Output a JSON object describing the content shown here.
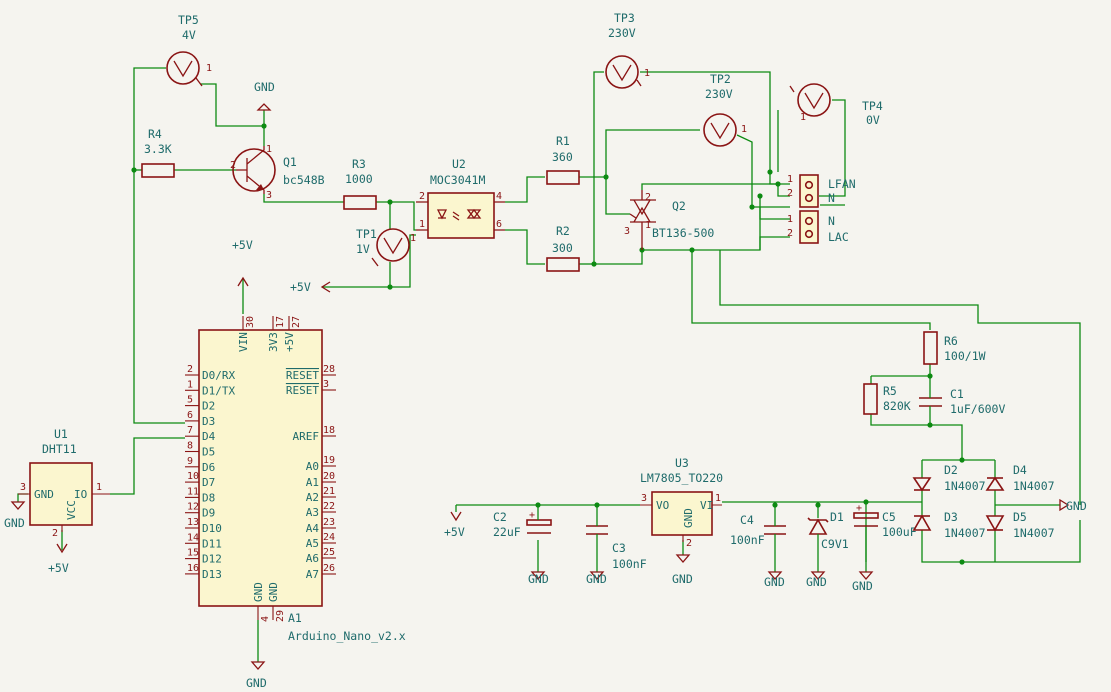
{
  "parts": {
    "tp5": {
      "ref": "TP5",
      "value": "4V"
    },
    "tp3": {
      "ref": "TP3",
      "value": "230V"
    },
    "tp2": {
      "ref": "TP2",
      "value": "230V"
    },
    "tp4": {
      "ref": "TP4",
      "value": "0V"
    },
    "tp1": {
      "ref": "TP1",
      "value": "1V"
    },
    "r4": {
      "ref": "R4",
      "value": "3.3K"
    },
    "q1": {
      "ref": "Q1",
      "value": "bc548B"
    },
    "r3": {
      "ref": "R3",
      "value": "1000"
    },
    "u2": {
      "ref": "U2",
      "value": "MOC3041M"
    },
    "r1": {
      "ref": "R1",
      "value": "360"
    },
    "r2": {
      "ref": "R2",
      "value": "300"
    },
    "q2": {
      "ref": "Q2",
      "value": "BT136-500"
    },
    "a1": {
      "ref": "A1",
      "value": "Arduino_Nano_v2.x"
    },
    "u1": {
      "ref": "U1",
      "value": "DHT11"
    },
    "r6": {
      "ref": "R6",
      "value": "100/1W"
    },
    "r5": {
      "ref": "R5",
      "value": "820K"
    },
    "c1": {
      "ref": "C1",
      "value": "1uF/600V"
    },
    "u3": {
      "ref": "U3",
      "value": "LM7805_TO220"
    },
    "c2": {
      "ref": "C2",
      "value": "22uF"
    },
    "c3": {
      "ref": "C3",
      "value": "100nF"
    },
    "c4": {
      "ref": "C4",
      "value": "100nF"
    },
    "d1": {
      "ref": "D1",
      "value": "C9V1"
    },
    "c5": {
      "ref": "C5",
      "value": "100uF"
    },
    "d2": {
      "ref": "D2",
      "value": "1N4007"
    },
    "d3": {
      "ref": "D3",
      "value": "1N4007"
    },
    "d4": {
      "ref": "D4",
      "value": "1N4007"
    },
    "d5": {
      "ref": "D5",
      "value": "1N4007"
    }
  },
  "connectors": {
    "fan": {
      "pins": [
        "1",
        "2"
      ],
      "labels": [
        "LFAN",
        "N"
      ]
    },
    "mains": {
      "pins": [
        "1",
        "2"
      ],
      "labels": [
        "N",
        "LAC"
      ]
    }
  },
  "power": {
    "gnd": "GND",
    "vcc": "+5V"
  },
  "arduino": {
    "left_pins": [
      {
        "num": "2",
        "name": "D0/RX"
      },
      {
        "num": "1",
        "name": "D1/TX"
      },
      {
        "num": "5",
        "name": "D2"
      },
      {
        "num": "6",
        "name": "D3"
      },
      {
        "num": "7",
        "name": "D4"
      },
      {
        "num": "8",
        "name": "D5"
      },
      {
        "num": "9",
        "name": "D6"
      },
      {
        "num": "10",
        "name": "D7"
      },
      {
        "num": "11",
        "name": "D8"
      },
      {
        "num": "12",
        "name": "D9"
      },
      {
        "num": "13",
        "name": "D10"
      },
      {
        "num": "14",
        "name": "D11"
      },
      {
        "num": "15",
        "name": "D12"
      },
      {
        "num": "16",
        "name": "D13"
      }
    ],
    "right_pins": [
      {
        "num": "28",
        "name": "RESET"
      },
      {
        "num": "3",
        "name": "RESET"
      },
      {
        "num": "18",
        "name": "AREF"
      },
      {
        "num": "19",
        "name": "A0"
      },
      {
        "num": "20",
        "name": "A1"
      },
      {
        "num": "21",
        "name": "A2"
      },
      {
        "num": "22",
        "name": "A3"
      },
      {
        "num": "23",
        "name": "A4"
      },
      {
        "num": "24",
        "name": "A5"
      },
      {
        "num": "25",
        "name": "A6"
      },
      {
        "num": "26",
        "name": "A7"
      }
    ],
    "top_pins": [
      {
        "num": "30",
        "name": "VIN"
      },
      {
        "num": "17",
        "name": "3V3"
      },
      {
        "num": "27",
        "name": "+5V"
      }
    ],
    "bottom_pins": [
      {
        "num": "4",
        "name": "GND"
      },
      {
        "num": "29",
        "name": "GND"
      }
    ]
  },
  "dht11": {
    "pins": [
      {
        "num": "3",
        "name": "GND"
      },
      {
        "num": "2",
        "name": "VCC"
      },
      {
        "num": "1",
        "name": "IO"
      }
    ]
  },
  "u3pins": {
    "in_num": "1",
    "in": "VI",
    "out_num": "3",
    "out": "VO",
    "gnd_num": "2",
    "gnd": "GND"
  },
  "u2pins": [
    "2",
    "1",
    "4",
    "6"
  ],
  "q1pins": [
    "1",
    "2",
    "3"
  ],
  "q2pins": [
    "1",
    "2",
    "3"
  ],
  "tp_pin": "1",
  "pol": "+"
}
